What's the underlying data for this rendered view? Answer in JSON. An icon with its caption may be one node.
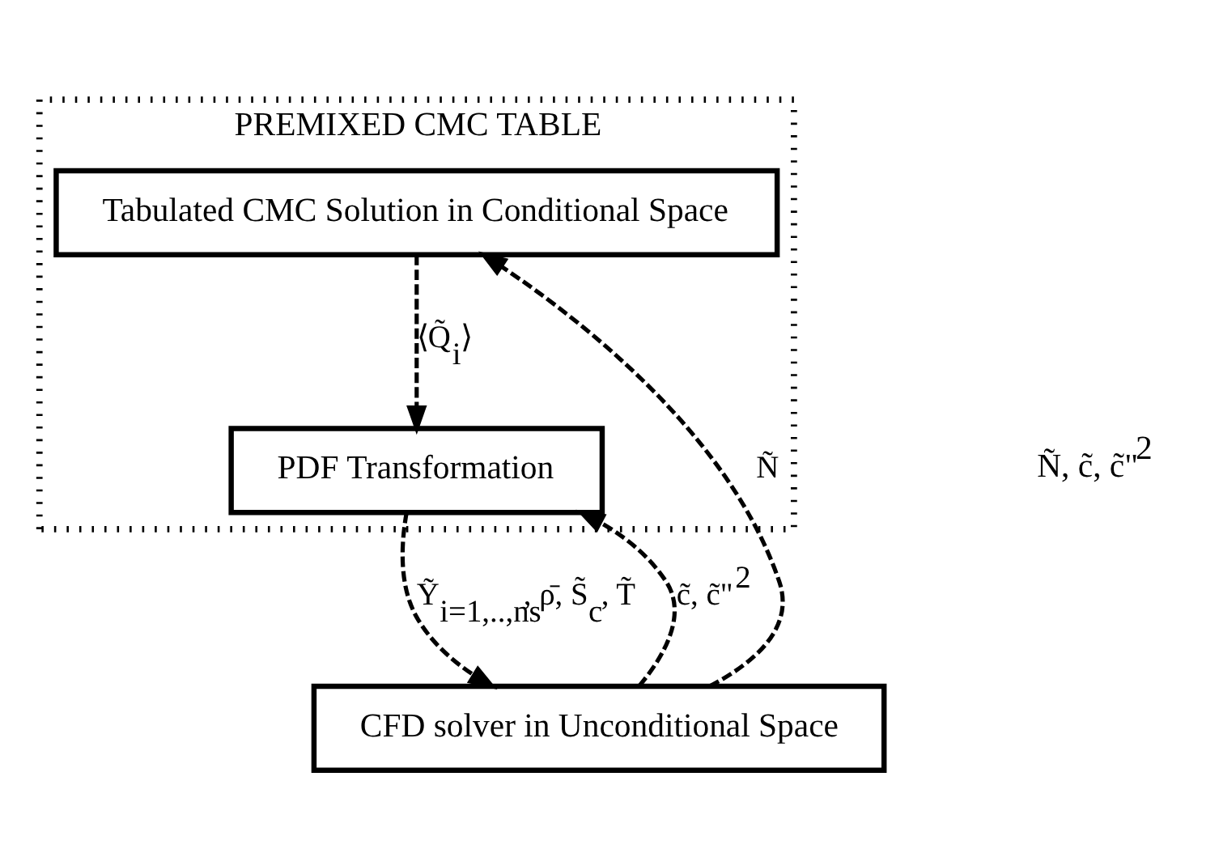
{
  "diagram": {
    "nodes": [
      {
        "text": [
          "PREMIXED CMC TABLE"
        ]
      },
      {
        "text": [
          "Tabulated CMC Solution in Conditional Space"
        ],
        "in": 0
      },
      {
        "text": [
          "PDF Transformation"
        ],
        "in": 0
      },
      {
        "text": [
          "CFD solver in Unconditional Space"
        ]
      }
    ],
    "edges": [
      {
        "from": 3,
        "to": 1,
        "arrow": "to",
        "style": "dashed",
        "label": "Ñ"
      },
      {
        "from": 3,
        "to": 2,
        "arrow": "to",
        "style": "dashed",
        "label": "c̃, c̃\"$^{2}$"
      },
      {
        "from": 1,
        "to": 2,
        "arrow": "to",
        "style": "dashed",
        "label": "⟨Q̃$_{i}$⟩"
      },
      {
        "from": 2,
        "to": 3,
        "arrow": "to",
        "style": "dashed",
        "label": "Ỹ$_{i=1,..,ns}$, ρ̄, S̃$_{c}$, T̃"
      }
    ],
    "labels": [
      "Ñ, c̃, c̃\"$^{2}$"
    ]
  }
}
